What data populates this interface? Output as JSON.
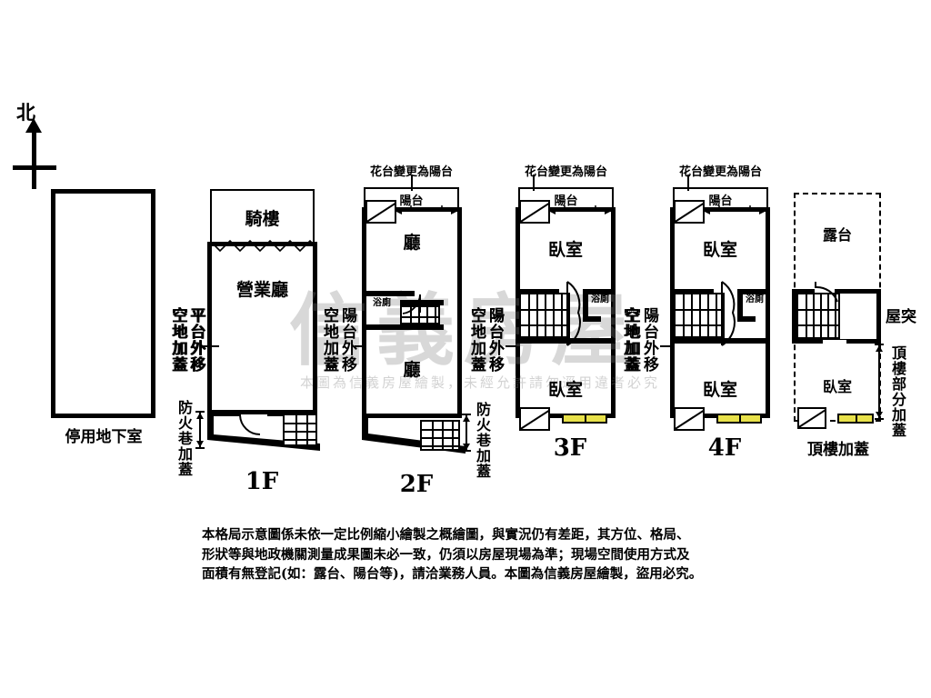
{
  "compass": {
    "label": "北"
  },
  "watermark": {
    "big": "信義房屋",
    "small": "本圖為信義房屋繪製，未經允許請勿逕用違者必究"
  },
  "floors": [
    {
      "id": "basement",
      "name": "停用地下室",
      "rooms": [],
      "left_labels": [],
      "right_labels": [
        "空地加蓋",
        "平台外移"
      ]
    },
    {
      "id": "1f",
      "name": "1F",
      "rooms": [
        "騎樓",
        "營業廳"
      ],
      "left_labels": [
        "空地加蓋",
        "平台外移",
        "防火巷加蓋"
      ],
      "right_labels": [
        "空地加蓋"
      ]
    },
    {
      "id": "2f",
      "name": "2F",
      "rooms": [
        "廳",
        "浴廁",
        "廳",
        "陽台"
      ],
      "callout": "花台變更為陽台",
      "left_labels": [
        "空地加蓋",
        "陽台外移"
      ],
      "right_labels": [
        "空地加蓋",
        "陽台外移",
        "防火巷加蓋"
      ]
    },
    {
      "id": "3f",
      "name": "3F",
      "rooms": [
        "臥室",
        "浴廁",
        "臥室",
        "陽台"
      ],
      "callout": "花台變更為陽台",
      "left_labels": [
        "空地加蓋",
        "陽台外移"
      ],
      "right_labels": [
        "空地加蓋"
      ]
    },
    {
      "id": "4f",
      "name": "4F",
      "rooms": [
        "臥室",
        "浴廁",
        "臥室",
        "陽台"
      ],
      "callout": "花台變更為陽台",
      "left_labels": [
        "空地加蓋",
        "陽台外移"
      ],
      "right_labels": []
    },
    {
      "id": "rooftop",
      "name": "頂樓加蓋",
      "rooms": [
        "露台",
        "臥室"
      ],
      "left_labels": [],
      "right_labels": [
        "屋突",
        "頂樓部分加蓋"
      ]
    }
  ],
  "labels": {
    "basement_name": "停用地下室",
    "f1_name": "1F",
    "f2_name": "2F",
    "f3_name": "3F",
    "f4_name": "4F",
    "roof_name": "頂樓加蓋",
    "arcade": "騎樓",
    "business_hall": "營業廳",
    "hall": "廳",
    "bath": "浴廁",
    "bedroom": "臥室",
    "balcony": "陽台",
    "terrace": "露台",
    "roof_bump": "屋突",
    "flower_to_balcony": "花台變更為陽台",
    "vacant_cover": "空地加蓋",
    "platform_shift": "平台外移",
    "balcony_shift": "陽台外移",
    "fire_lane_cover": "防火巷加蓋",
    "roof_partial_cover": "頂樓部分加蓋"
  },
  "disclaimer": {
    "line1": "本格局示意圖係未依一定比例縮小繪製之概繪圖，與實況仍有差距，其方位、格局、",
    "line2": "形狀等與地政機關測量成果圖未必一致，仍須以房屋現場為準；現場空間使用方式及",
    "line3": "面積有無登記(如：露台、陽台等)，請洽業務人員。本圖為信義房屋繪製，盜用必究。"
  },
  "colors": {
    "wall": "#000000",
    "background": "#ffffff",
    "window_yellow": "#e8e14a",
    "watermark_gray": "#7d7d7d"
  }
}
